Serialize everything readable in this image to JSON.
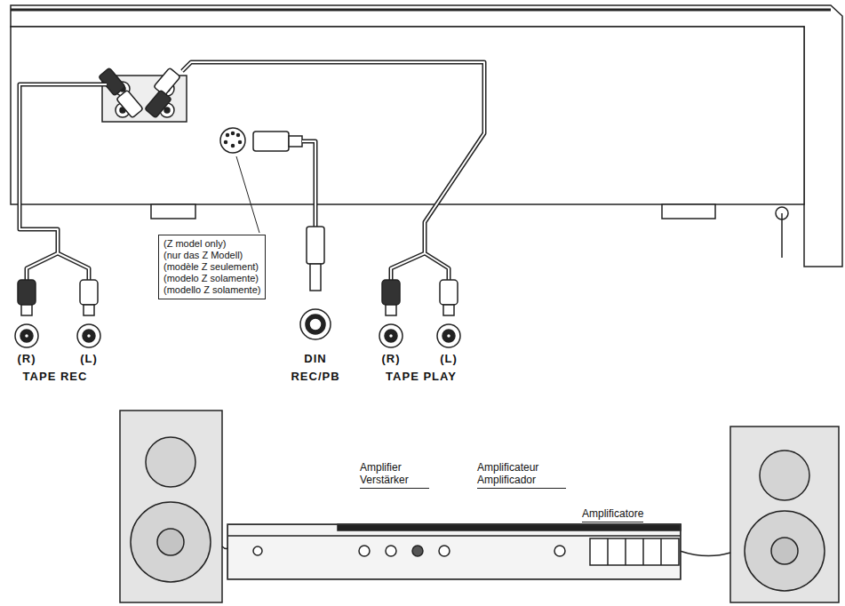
{
  "diagram": {
    "nodes": [
      {
        "text": [
          "(Z model only)",
          "(nur das Z Modell)",
          "(modèle Z seulement)",
          "(modelo Z solamente)",
          "(modello Z solamente)"
        ]
      },
      {
        "text": [
          "Amplifier Verstärker",
          "Amplificateur Amplificador",
          "Amplificatore"
        ]
      }
    ],
    "labels": [
      "(R)",
      "(L)",
      "TAPE REC",
      "DIN",
      "REC/PB",
      "(R)",
      "(L)",
      "TAPE PLAY"
    ]
  }
}
